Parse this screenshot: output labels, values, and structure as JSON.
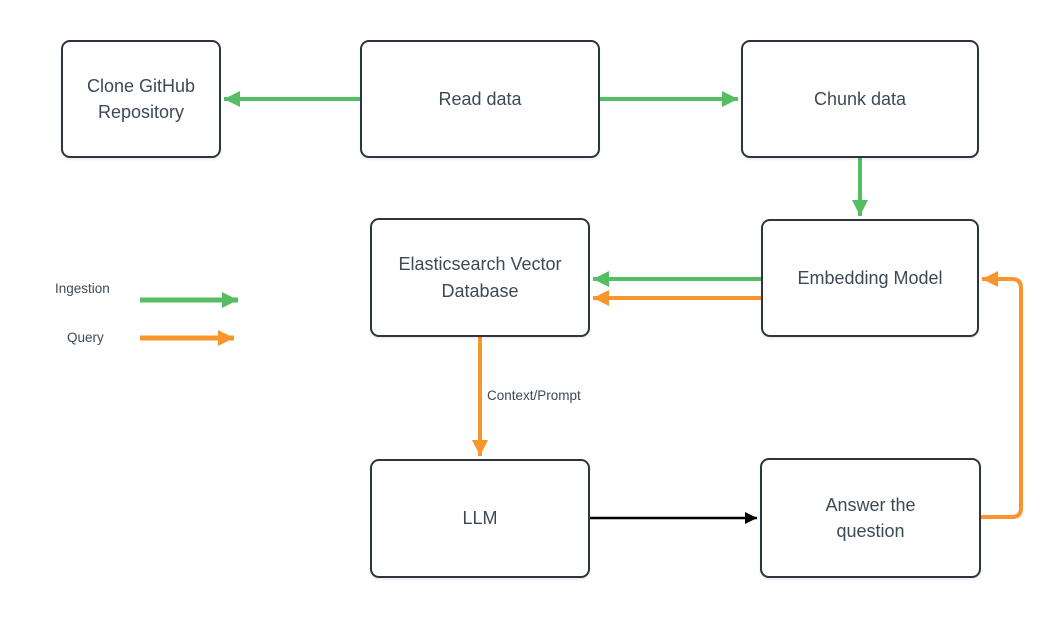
{
  "nodes": [
    {
      "id": "clone-github-repository",
      "label": "Clone GitHub Repository"
    },
    {
      "id": "read-data",
      "label": "Read data"
    },
    {
      "id": "chunk-data",
      "label": "Chunk data"
    },
    {
      "id": "elasticsearch-vector-database",
      "label": "Elasticsearch Vector Database"
    },
    {
      "id": "embedding-model",
      "label": "Embedding Model"
    },
    {
      "id": "llm",
      "label": "LLM"
    },
    {
      "id": "answer-the-question",
      "label": "Answer the question"
    }
  ],
  "edges": [
    {
      "from": "read-data",
      "to": "clone-github-repository",
      "type": "ingestion",
      "color": "#55be62"
    },
    {
      "from": "read-data",
      "to": "chunk-data",
      "type": "ingestion",
      "color": "#55be62"
    },
    {
      "from": "chunk-data",
      "to": "embedding-model",
      "type": "ingestion",
      "color": "#55be62"
    },
    {
      "from": "embedding-model",
      "to": "elasticsearch-vector-database",
      "type": "ingestion",
      "color": "#55be62"
    },
    {
      "from": "embedding-model",
      "to": "elasticsearch-vector-database",
      "type": "query",
      "color": "#f8952d"
    },
    {
      "from": "elasticsearch-vector-database",
      "to": "llm",
      "type": "query",
      "color": "#f8952d",
      "label": "Context/Prompt"
    },
    {
      "from": "llm",
      "to": "answer-the-question",
      "type": "default",
      "color": "#000000"
    },
    {
      "from": "answer-the-question",
      "to": "embedding-model",
      "type": "query",
      "color": "#f8952d"
    }
  ],
  "edge_labels": {
    "context_prompt": "Context/Prompt"
  },
  "legend": {
    "items": [
      {
        "label": "Ingestion",
        "color": "#55be62"
      },
      {
        "label": "Query",
        "color": "#f8952d"
      }
    ]
  },
  "colors": {
    "ingestion_green": "#55be62",
    "query_orange": "#f8952d",
    "default_black": "#000000",
    "node_border": "#2c3540",
    "node_text": "#3c4a56",
    "background": "#ffffff"
  }
}
